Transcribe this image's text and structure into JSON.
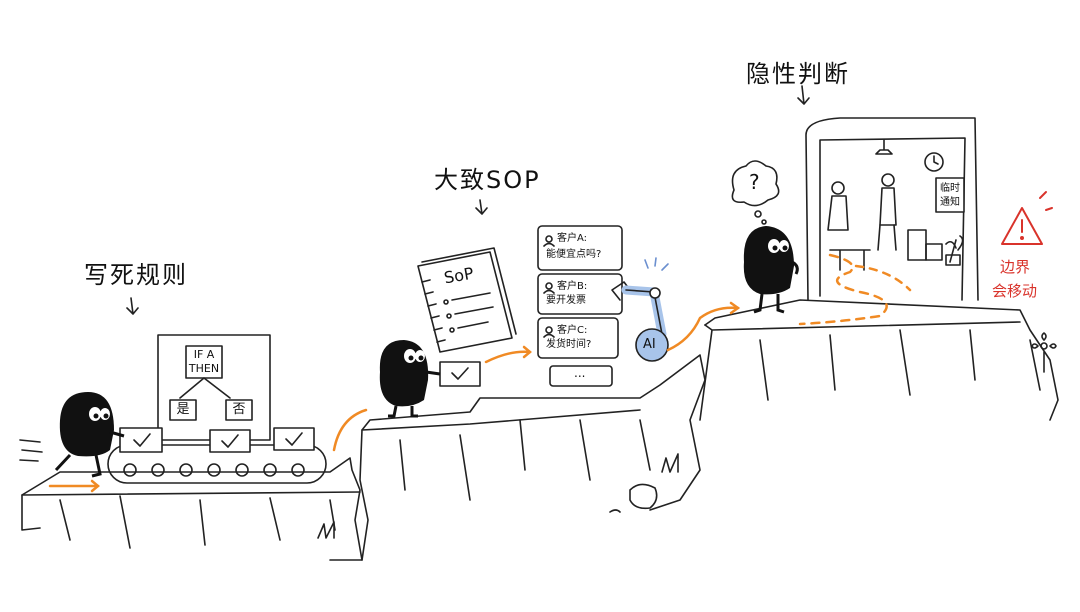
{
  "stages": {
    "rules": {
      "title": "写死规则",
      "rule_lines": [
        "IF A",
        "THEN"
      ],
      "yes": "是",
      "no": "否"
    },
    "sop": {
      "title": "大致SOP",
      "notebook_title": "SoP",
      "cards": [
        {
          "line1": "客户A:",
          "line2": "能便宜点吗?"
        },
        {
          "line1": "客户B:",
          "line2": "要开发票"
        },
        {
          "line1": "客户C:",
          "line2": "发货时间?"
        }
      ],
      "more": "...",
      "ai_label": "AI"
    },
    "judgment": {
      "title": "隐性判断",
      "question": "?",
      "notice": [
        "临时",
        "通知"
      ]
    }
  },
  "warning": {
    "lines": [
      "边界",
      "会移动"
    ]
  },
  "colors": {
    "accent_orange": "#f08a24",
    "warning_red": "#d9332b",
    "ai_blue": "#a8c4ea",
    "ink": "#111111"
  }
}
